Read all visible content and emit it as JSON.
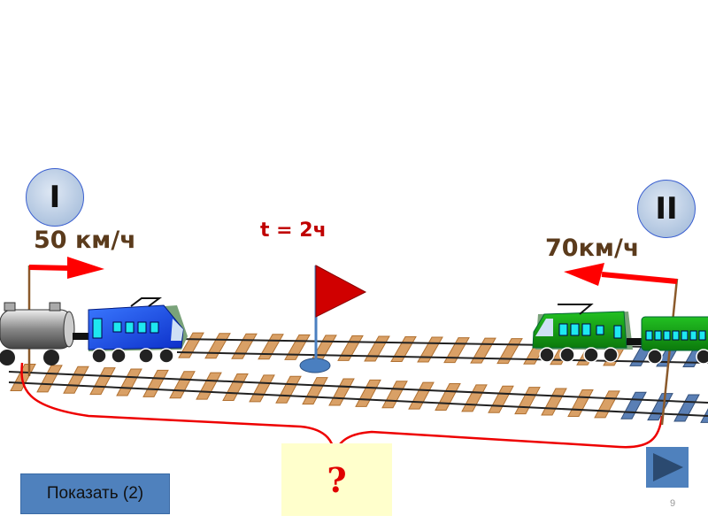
{
  "train1": {
    "label": "I",
    "speed": "50 км/ч",
    "color": "#1a4ff0"
  },
  "train2": {
    "label": "II",
    "speed": "70км/ч",
    "color": "#1aa01a"
  },
  "time": "t = 2ч",
  "question": "?",
  "show_button": "Показать (2)",
  "next_icon": "play-triangle-icon",
  "page_number": "9",
  "colors": {
    "accent": "#4f81bd",
    "arrow": "#ff0000",
    "flag": "#d00000",
    "question_bg": "#ffffcc"
  }
}
